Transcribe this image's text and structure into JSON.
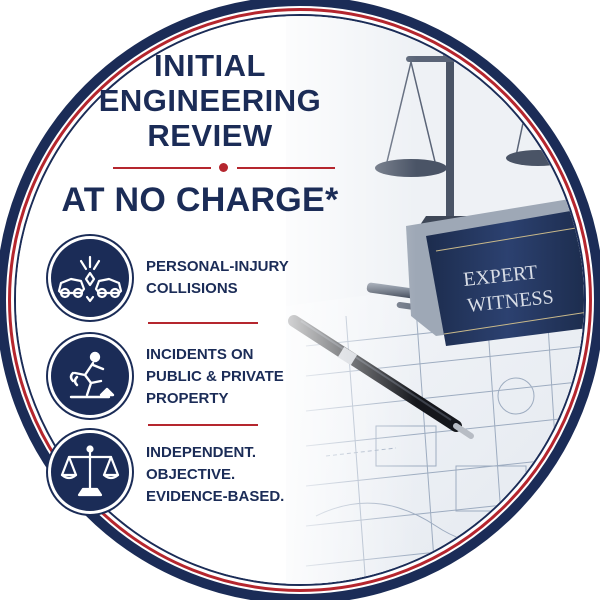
{
  "headline": {
    "lines": [
      "INITIAL",
      "ENGINEERING",
      "REVIEW"
    ]
  },
  "subhead": "AT NO CHARGE*",
  "features": [
    {
      "icon": "collision-icon",
      "lines": [
        "PERSONAL-INJURY",
        "COLLISIONS"
      ]
    },
    {
      "icon": "slip-fall-icon",
      "lines": [
        "INCIDENTS ON",
        "PUBLIC & PRIVATE",
        "PROPERTY"
      ]
    },
    {
      "icon": "scales-icon",
      "lines": [
        "INDEPENDENT.",
        "OBJECTIVE.",
        "EVIDENCE-BASED."
      ]
    }
  ],
  "book": {
    "lines": [
      "EXPERT",
      "WITNESS"
    ]
  },
  "colors": {
    "navy": "#1b2c57",
    "red": "#b5262e",
    "book": "#24375e"
  }
}
